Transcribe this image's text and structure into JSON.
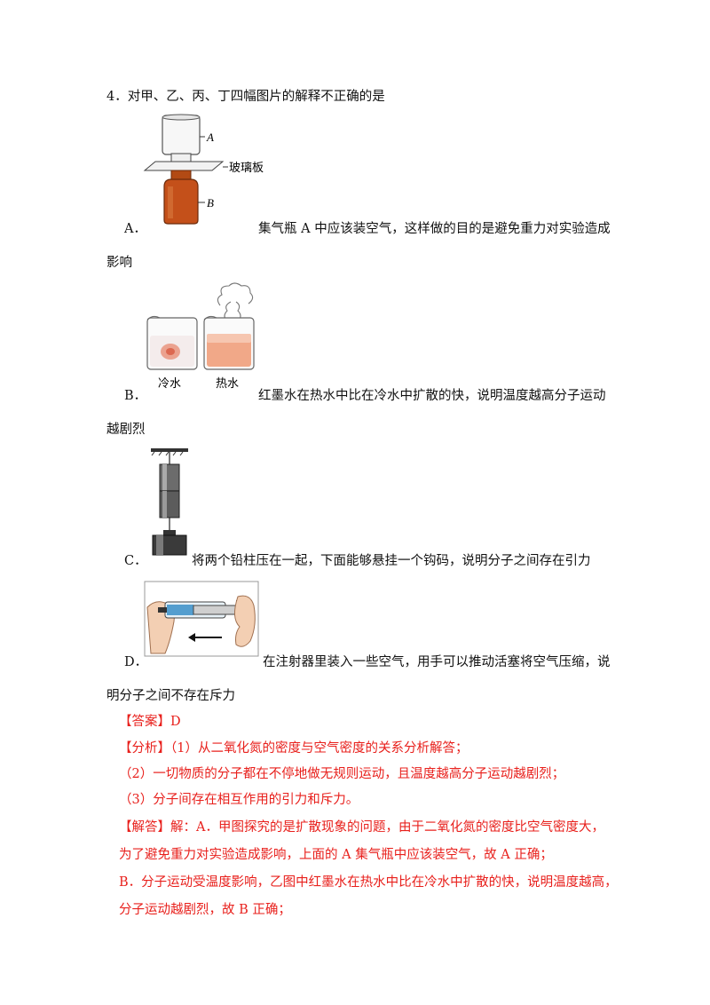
{
  "question": {
    "stem": "4．对甲、乙、丙、丁四幅图片的解释不正确的是",
    "options": [
      {
        "letter": "A．",
        "text_line1": "集气瓶 A 中应该装空气，这样做的目的是避免重力对实验造成",
        "text_line2": "影响",
        "figure_labels": {
          "a": "A",
          "glass": "玻璃板",
          "b": "B"
        }
      },
      {
        "letter": "B．",
        "text_line1": "红墨水在热水中比在冷水中扩散的快，说明温度越高分子运动",
        "text_line2": "越剧烈",
        "figure_labels": {
          "cold": "冷水",
          "hot": "热水"
        }
      },
      {
        "letter": "C．",
        "text_line1": "将两个铅柱压在一起，下面能够悬挂一个钩码，说明分子之间存在引力"
      },
      {
        "letter": "D．",
        "text_line1": "在注射器里装入一些空气，用手可以推动活塞将空气压缩，说",
        "text_line2": "明分子之间不存在斥力"
      }
    ]
  },
  "answer": {
    "label": "【答案】",
    "value": "D"
  },
  "analysis": {
    "label": "【分析】",
    "line1": "（1）从二氧化氮的密度与空气密度的关系分析解答；",
    "line2": "（2）一切物质的分子都在不停地做无规则运动，且温度越高分子运动越剧烈；",
    "line3": "（3）分子间存在相互作用的引力和斥力。"
  },
  "solution": {
    "label": "【解答】",
    "line1": "解：A．甲图探究的是扩散现象的问题，由于二氧化氮的密度比空气密度大，",
    "line2": "为了避免重力对实验造成影响，上面的 A 集气瓶中应该装空气，故 A 正确；",
    "line3": "B．分子运动受温度影响，乙图中红墨水在热水中比在冷水中扩散的快，说明温度越高，",
    "line4": "分子运动越剧烈，故 B 正确；"
  },
  "colors": {
    "accent": "#e8201c",
    "text": "#111111"
  }
}
